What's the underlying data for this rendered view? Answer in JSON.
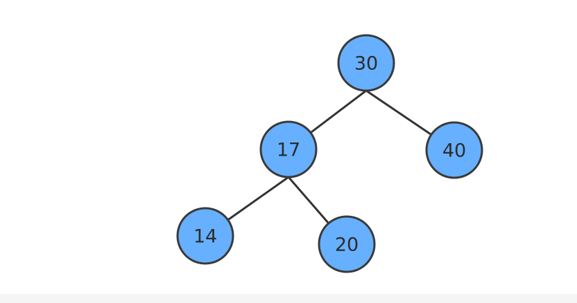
{
  "diagram": {
    "type": "binary-tree",
    "node_fill": "#66b0ff",
    "node_stroke": "#3a3a3a",
    "edge_color": "#333333",
    "nodes": [
      {
        "id": "n30",
        "label": "30"
      },
      {
        "id": "n17",
        "label": "17"
      },
      {
        "id": "n40",
        "label": "40"
      },
      {
        "id": "n14",
        "label": "14"
      },
      {
        "id": "n20",
        "label": "20"
      }
    ],
    "edges": [
      {
        "from": "n30",
        "to": "n17"
      },
      {
        "from": "n30",
        "to": "n40"
      },
      {
        "from": "n17",
        "to": "n14"
      },
      {
        "from": "n17",
        "to": "n20"
      }
    ]
  }
}
